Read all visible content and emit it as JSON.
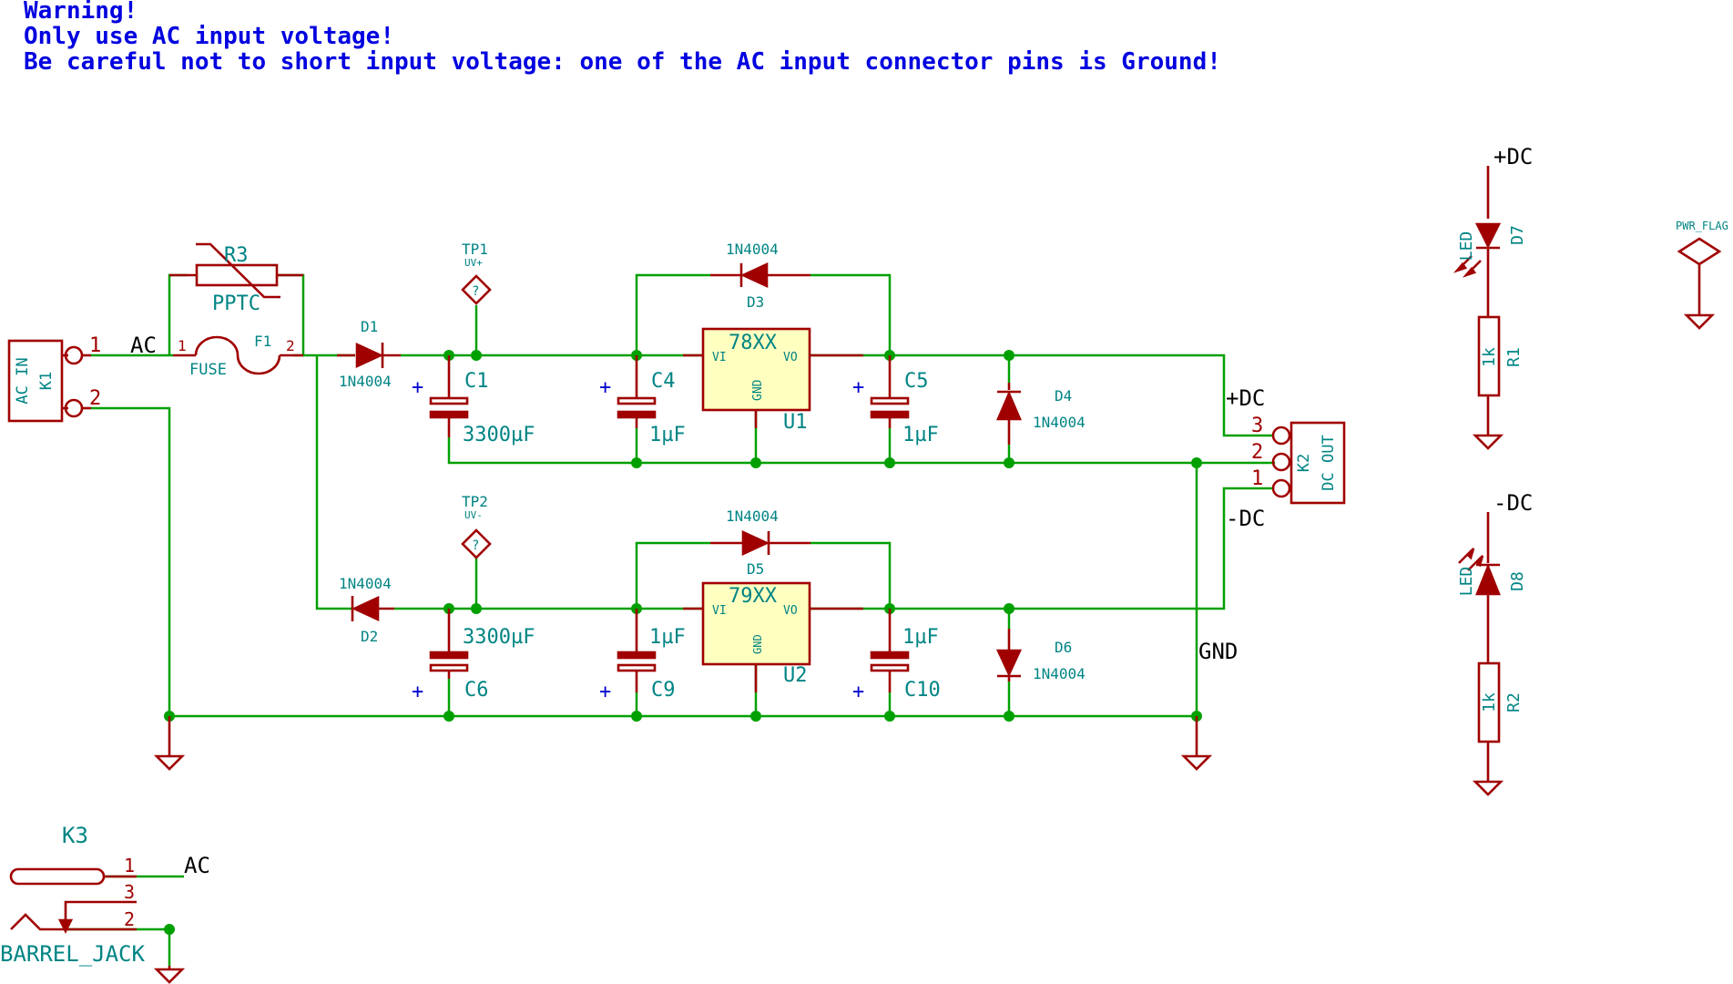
{
  "notes": {
    "line1": "Warning!",
    "line2": "Only use AC input voltage!",
    "line3": "Be careful not to short input voltage: one of the AC input connector pins is Ground!"
  },
  "nets": {
    "ac": "AC",
    "ac_k3": "AC",
    "pos_dc_conn": "+DC",
    "neg_dc_conn": "-DC",
    "gnd": "GND",
    "pos_dc_pwr": "+DC",
    "neg_dc_pwr": "-DC"
  },
  "k1": {
    "ref": "K1",
    "value": "AC IN",
    "pin1": "1",
    "pin2": "2"
  },
  "k2": {
    "ref": "K2",
    "value": "DC OUT",
    "pin1": "1",
    "pin2": "2",
    "pin3": "3"
  },
  "k3": {
    "ref": "K3",
    "value": "BARREL_JACK",
    "pin1": "1",
    "pin2": "2",
    "pin3": "3"
  },
  "r3": {
    "ref": "R3",
    "value": "PPTC"
  },
  "f1": {
    "ref": "F1",
    "value": "FUSE",
    "pin1": "1",
    "pin2": "2"
  },
  "d1": {
    "ref": "D1",
    "value": "1N4004"
  },
  "d2": {
    "ref": "D2",
    "value": "1N4004"
  },
  "d3": {
    "ref": "D3",
    "value": "1N4004"
  },
  "d4": {
    "ref": "D4",
    "value": "1N4004"
  },
  "d5": {
    "ref": "D5",
    "value": "1N4004"
  },
  "d6": {
    "ref": "D6",
    "value": "1N4004"
  },
  "d7": {
    "ref": "D7",
    "value": "LED"
  },
  "d8": {
    "ref": "D8",
    "value": "LED"
  },
  "r1": {
    "ref": "R1",
    "value": "1k"
  },
  "r2": {
    "ref": "R2",
    "value": "1k"
  },
  "c1": {
    "ref": "C1",
    "value": "3300µF"
  },
  "c4": {
    "ref": "C4",
    "value": "1µF"
  },
  "c5": {
    "ref": "C5",
    "value": "1µF"
  },
  "c6": {
    "ref": "C6",
    "value": "3300µF"
  },
  "c9": {
    "ref": "C9",
    "value": "1µF"
  },
  "c10": {
    "ref": "C10",
    "value": "1µF"
  },
  "tp1": {
    "ref": "TP1",
    "value": "UV+",
    "mark": "?"
  },
  "tp2": {
    "ref": "TP2",
    "value": "UV-",
    "mark": "?"
  },
  "u1": {
    "ref": "U1",
    "value": "78XX",
    "vi": "VI",
    "vo": "VO",
    "gnd": "GND"
  },
  "u2": {
    "ref": "U2",
    "value": "79XX",
    "vi": "VI",
    "vo": "VO",
    "gnd": "GND"
  },
  "pwr_flag": {
    "value": "PWR_FLAG"
  },
  "polarity": "+",
  "colors": {
    "wire": "#00a000",
    "symbol": "#a00000",
    "reference": "#008484",
    "note": "#0000e0",
    "ic_fill": "#ffffc0"
  }
}
